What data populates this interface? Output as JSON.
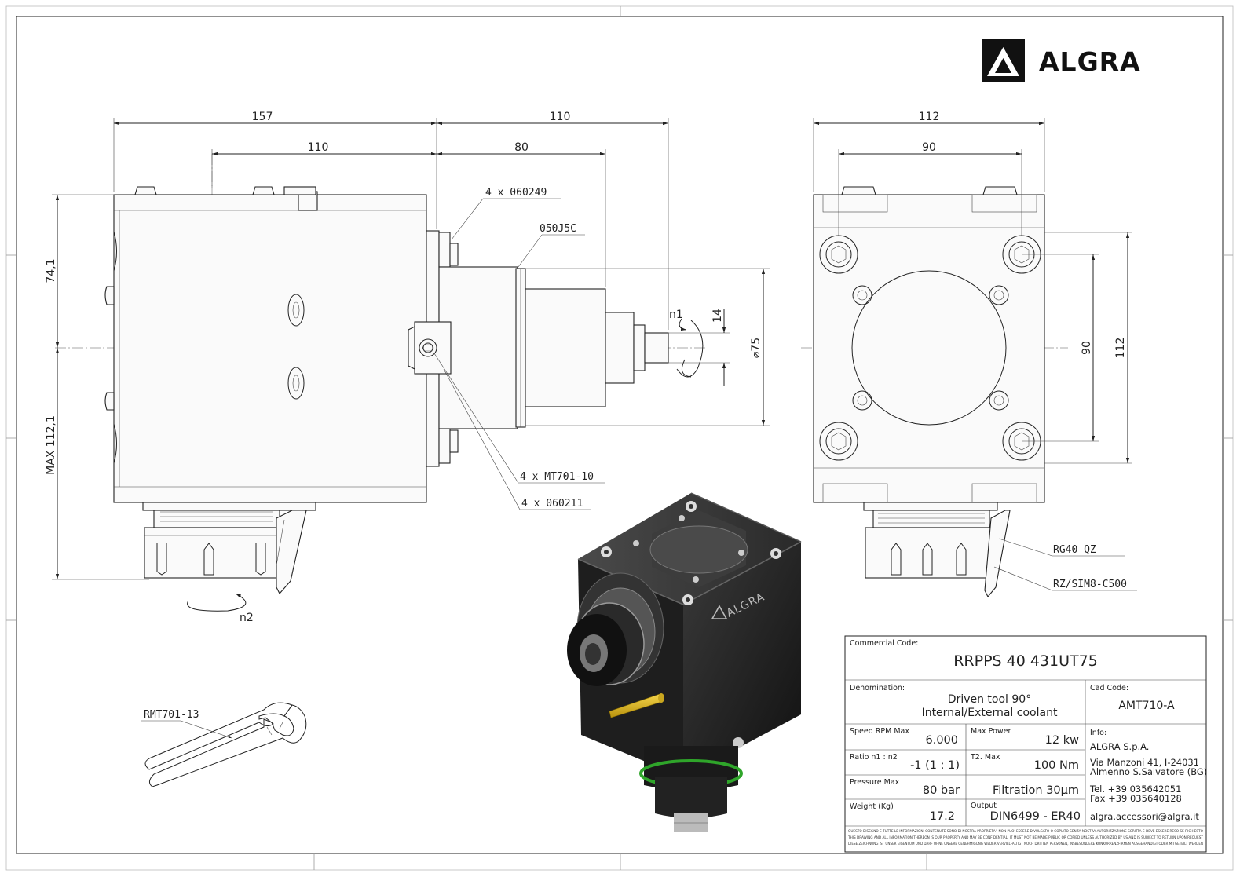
{
  "brand": {
    "name": "ALGRA",
    "logo_mark": "triangle-in-square"
  },
  "dimensions": {
    "front_view": {
      "total_width": "157",
      "bolt_to_spindle": "110",
      "inner_width": "110",
      "spindle_depth": "80",
      "height_top": "74,1",
      "height_bottom": "MAX 112,1",
      "shaft_diameter": "14",
      "flange_diameter": "⌀75"
    },
    "side_view": {
      "outer_width": "112",
      "inner_width": "90",
      "inner_height": "90",
      "outer_height": "112"
    },
    "rotation_labels": {
      "n1": "n1",
      "n2": "n2"
    }
  },
  "callouts": {
    "part_060249": "4 x 060249",
    "part_050J5C": "050J5C",
    "part_MT701_10": "4 x MT701-10",
    "part_060211": "4 x 060211",
    "part_RG40QZ": "RG40 QZ",
    "part_RZ_SIM8": "RZ/SIM8-C500",
    "wrench": "RMT701-13"
  },
  "title_block": {
    "commercial_code_label": "Commercial Code:",
    "commercial_code": "RRPPS 40 431UT75",
    "denomination_label": "Denomination:",
    "denomination_line1": "Driven tool 90°",
    "denomination_line2": "Internal/External coolant",
    "cad_code_label": "Cad Code:",
    "cad_code": "AMT710-A",
    "speed_label": "Speed RPM Max",
    "speed_value": "6.000",
    "power_label": "Max Power",
    "power_value": "12 kw",
    "ratio_label": "Ratio n1 : n2",
    "ratio_value": "-1 (1 : 1)",
    "t2_label": "T2. Max",
    "t2_value": "100 Nm",
    "pressure_label": "Pressure Max",
    "pressure_value": "80 bar",
    "filtration_value": "Filtration 30µm",
    "weight_label": "Weight (Kg)",
    "weight_value": "17.2",
    "output_label": "Output",
    "output_value": "DIN6499 - ER40",
    "info_label": "Info:",
    "info_company": "ALGRA S.p.A.",
    "info_address1": "Via Manzoni 41, I-24031",
    "info_address2": "Almenno S.Salvatore (BG)",
    "info_tel": "Tel. +39 035642051",
    "info_fax": "Fax +39 035640128",
    "info_email": "algra.accessori@algra.it",
    "disclaimer_line1": "QUESTO DISEGNO E TUTTE LE INFORMAZIONI CONTENUTE SONO DI NOSTRA PROPRIETA'. NON PUO' ESSERE DIVULGATO O COPIATO SENZA NOSTRA AUTORIZZAZIONE SCRITTA E DEVE ESSERE RESO SE RICHIESTO",
    "disclaimer_line2": "THIS DRAWING AND ALL INFORMATION THEREON IS OUR PROPERTY AND MAY BE CONFIDENTIAL. IT MUST NOT BE MADE PUBLIC OR COPIED UNLESS AUTHORIZED BY US AND IS SUBJECT TO RETURN UPON REQUEST",
    "disclaimer_line3": "DIESE ZEICHNUNG IST UNSER EIGENTUM UND DARF OHNE UNSERE GENEHMIGUNG WEDER VERVIELFÄLTIGT NOCH DRITTEN PERSONEN, INSBESONDERE KONKURRENZFIRMEN AUSGEHANDIGT ODER MITGETEILT WERDEN"
  }
}
